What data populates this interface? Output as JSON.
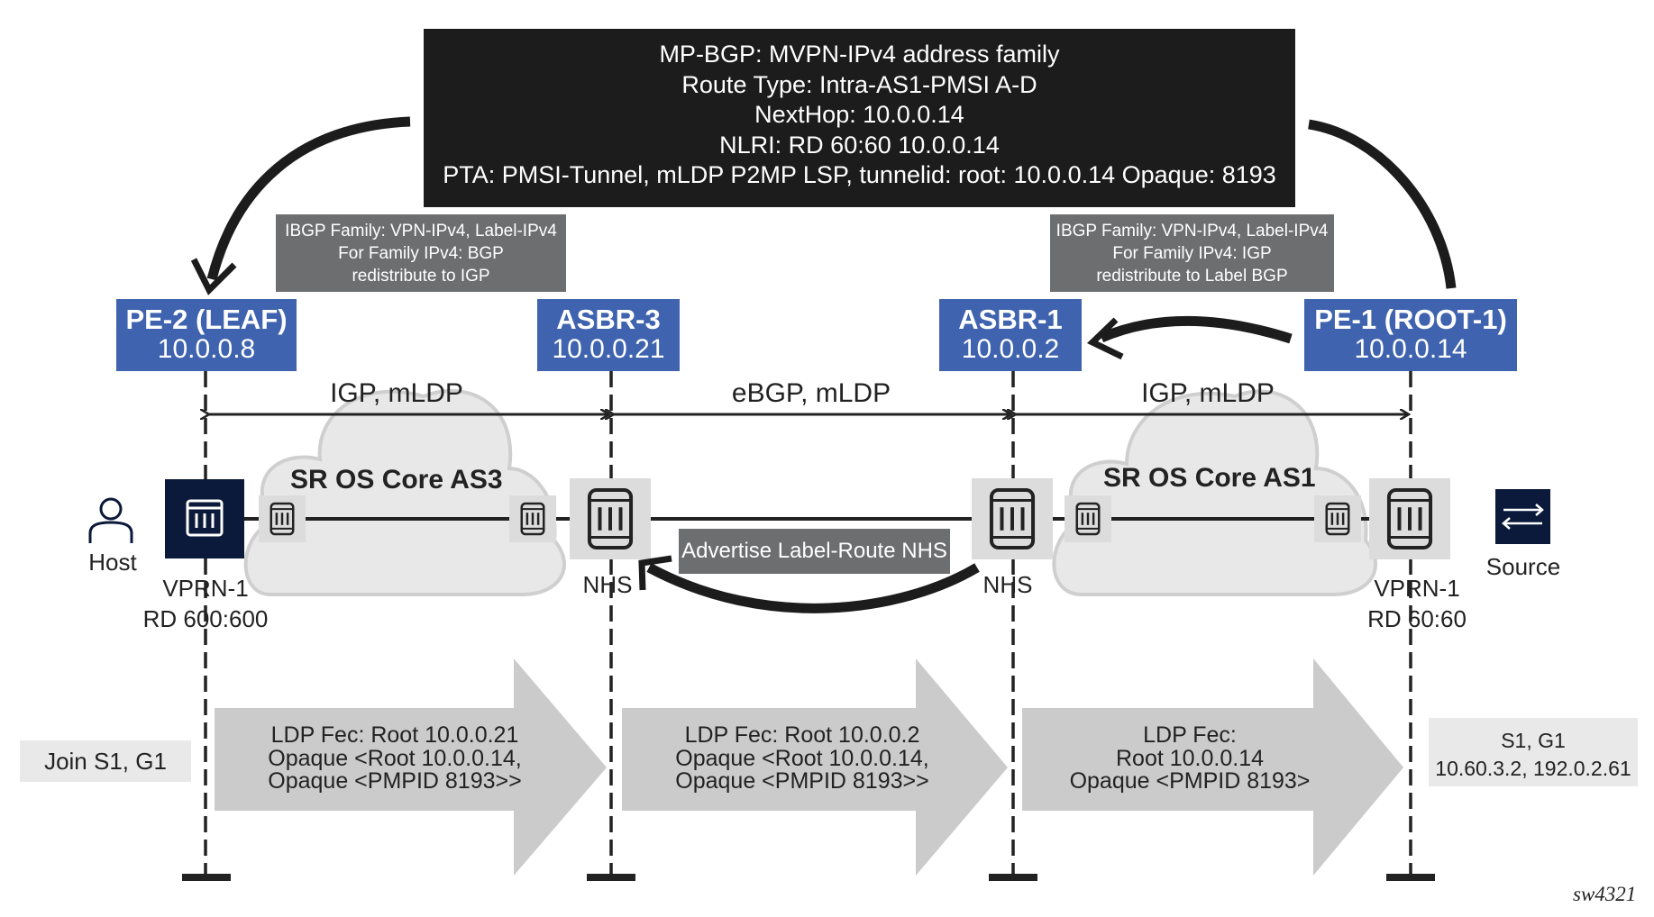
{
  "bgp_box": {
    "lines": [
      "MP-BGP: MVPN-IPv4 address family",
      "Route Type: Intra-AS1-PMSI A-D",
      "NextHop: 10.0.0.14",
      "NLRI: RD 60:60 10.0.0.14",
      "PTA: PMSI-Tunnel, mLDP P2MP LSP, tunnelid: root: 10.0.0.14 Opaque: 8193"
    ]
  },
  "notes": {
    "left": [
      "IBGP Family: VPN-IPv4, Label-IPv4",
      "For Family IPv4: BGP",
      "redistribute to IGP"
    ],
    "right": [
      "IBGP Family: VPN-IPv4, Label-IPv4",
      "For Family IPv4: IGP",
      "redistribute to Label BGP"
    ]
  },
  "nodes": [
    {
      "name": "PE-2 (LEAF)",
      "ip": "10.0.0.8"
    },
    {
      "name": "ASBR-3",
      "ip": "10.0.0.21"
    },
    {
      "name": "ASBR-1",
      "ip": "10.0.0.2"
    },
    {
      "name": "PE-1 (ROOT-1)",
      "ip": "10.0.0.14"
    }
  ],
  "links": {
    "left": "IGP, mLDP",
    "middle": "eBGP, mLDP",
    "right": "IGP, mLDP"
  },
  "clouds": {
    "left": "SR OS Core AS3",
    "right": "SR OS Core AS1"
  },
  "endpoints": {
    "host": "Host",
    "source": "Source"
  },
  "vprn": {
    "left": [
      "VPRN-1",
      "RD 600:600"
    ],
    "right": [
      "VPRN-1",
      "RD 60:60"
    ]
  },
  "nhs": {
    "left": "NHS",
    "right": "NHS",
    "advertise": "Advertise Label-Route NHS"
  },
  "fec": [
    [
      "LDP Fec: Root 10.0.0.21",
      "Opaque <Root 10.0.0.14,",
      "Opaque <PMPID 8193>>"
    ],
    [
      "LDP Fec: Root 10.0.0.2",
      "Opaque <Root 10.0.0.14,",
      "Opaque <PMPID 8193>>"
    ],
    [
      "LDP Fec:",
      "Root 10.0.0.14",
      "Opaque <PMPID 8193>"
    ]
  ],
  "join": "Join S1, G1",
  "sg": [
    "S1, G1",
    "10.60.3.2, 192.0.2.61"
  ],
  "figure_id": "sw4321",
  "colors": {
    "node_blue": "#3f63ae",
    "dark_navy": "#0b1a3a",
    "note_gray": "#6d6e70",
    "black_box": "#1c1c1c",
    "arrow_gray": "#cbcbcb",
    "cloud_fill": "#e8e8e8"
  }
}
